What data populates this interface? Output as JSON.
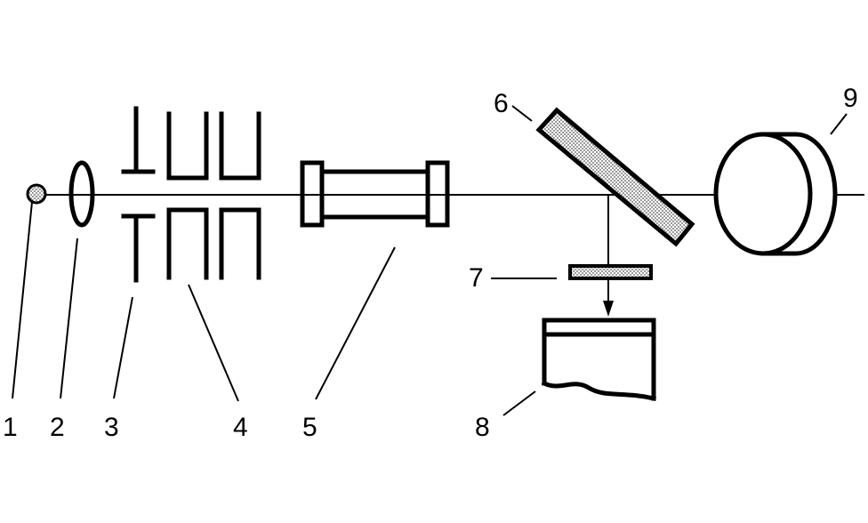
{
  "labels": {
    "l1": "1",
    "l2": "2",
    "l3": "3",
    "l4": "4",
    "l5": "5",
    "l6": "6",
    "l7": "7",
    "l8": "8",
    "l9": "9"
  },
  "colors": {
    "line": "#000000",
    "background": "#ffffff",
    "dotted_fill": "#c8c8c8"
  }
}
